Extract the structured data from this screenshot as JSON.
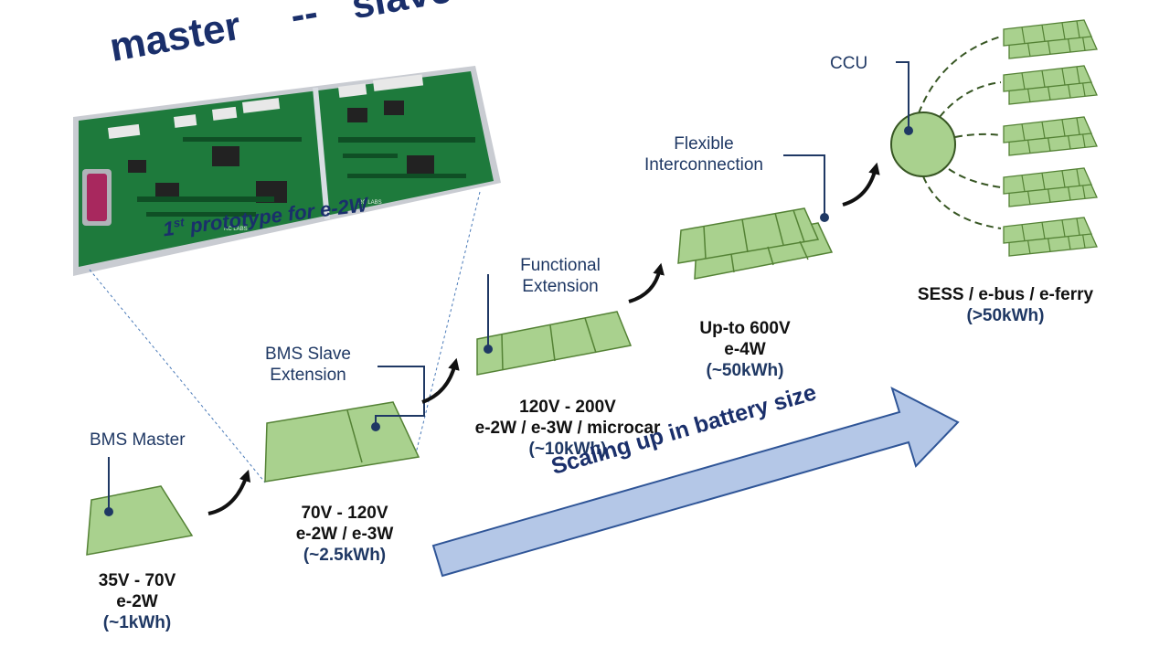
{
  "title": {
    "master": "master",
    "separator": "--",
    "slave": "slave",
    "prototype_prefix": "1",
    "prototype_sup": "st",
    "prototype_rest": " prototype for e-2W"
  },
  "pcb": {
    "silkscreen_left": "RC LABS",
    "silkscreen_right": "RC LABS"
  },
  "stages": [
    {
      "callout": "BMS Master",
      "voltage": "35V - 70V",
      "vehicle": "e-2W",
      "capacity": "(~1kWh)"
    },
    {
      "callout_line1": "BMS Slave",
      "callout_line2": "Extension",
      "voltage": "70V - 120V",
      "vehicle": "e-2W / e-3W",
      "capacity": "(~2.5kWh)"
    },
    {
      "callout_line1": "Functional",
      "callout_line2": "Extension",
      "voltage": "120V - 200V",
      "vehicle": "e-2W / e-3W / microcar",
      "capacity": "(~10kWh)"
    },
    {
      "callout_line1": "Flexible",
      "callout_line2": "Interconnection",
      "voltage": "Up-to 600V",
      "vehicle": "e-4W",
      "capacity": "(~50kWh)"
    },
    {
      "callout": "CCU",
      "voltage": "SESS / e-bus / e-ferry",
      "capacity": "(>50kWh)"
    }
  ],
  "scaling_arrow": {
    "label": "Scaling up in battery size"
  },
  "colors": {
    "module_fill": "#a9d18e",
    "module_stroke": "#548235",
    "callout_text": "#1f3864",
    "arrow_fill": "#b4c7e7",
    "arrow_stroke": "#2f5597",
    "pcb_green": "#1e7a3c"
  }
}
